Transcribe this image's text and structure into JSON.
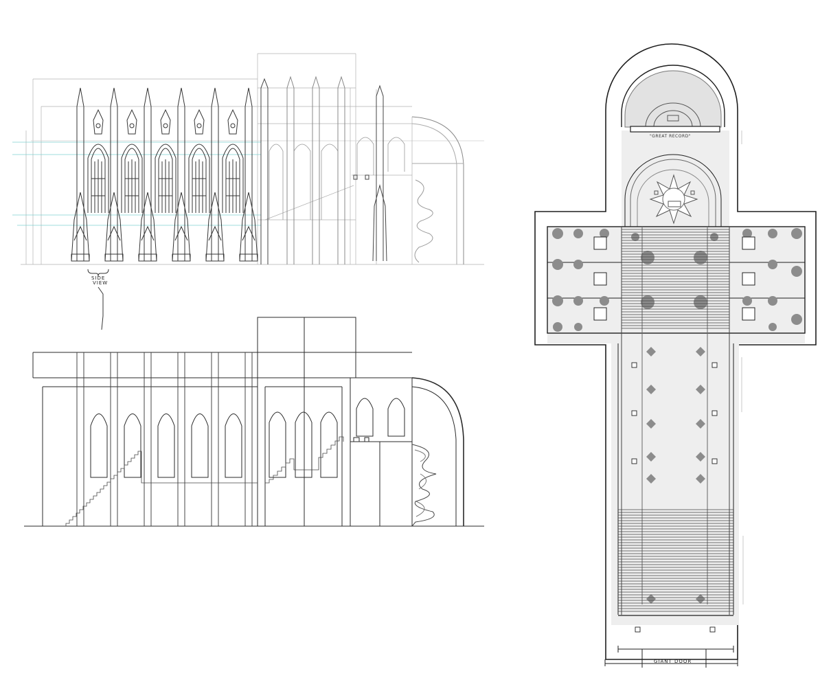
{
  "sheet": {
    "views": [
      {
        "id": "elevation-sketch",
        "caption": "SIDE VIEW"
      },
      {
        "id": "elevation-outline",
        "caption": ""
      },
      {
        "id": "floor-plan",
        "caption": ""
      }
    ]
  },
  "labels": {
    "side_view_line1": "SIDE",
    "side_view_line2": "VIEW",
    "great_record": "\"GREAT RECORD\"",
    "giant_door": "GIANT DOOR"
  },
  "colors": {
    "ink": "#2a2a2a",
    "guide": "#9a9a9a",
    "cyan_guide": "#7fd0d0",
    "hatch_fill": "#e6e6e6",
    "column_fill": "#8c8c8c"
  }
}
